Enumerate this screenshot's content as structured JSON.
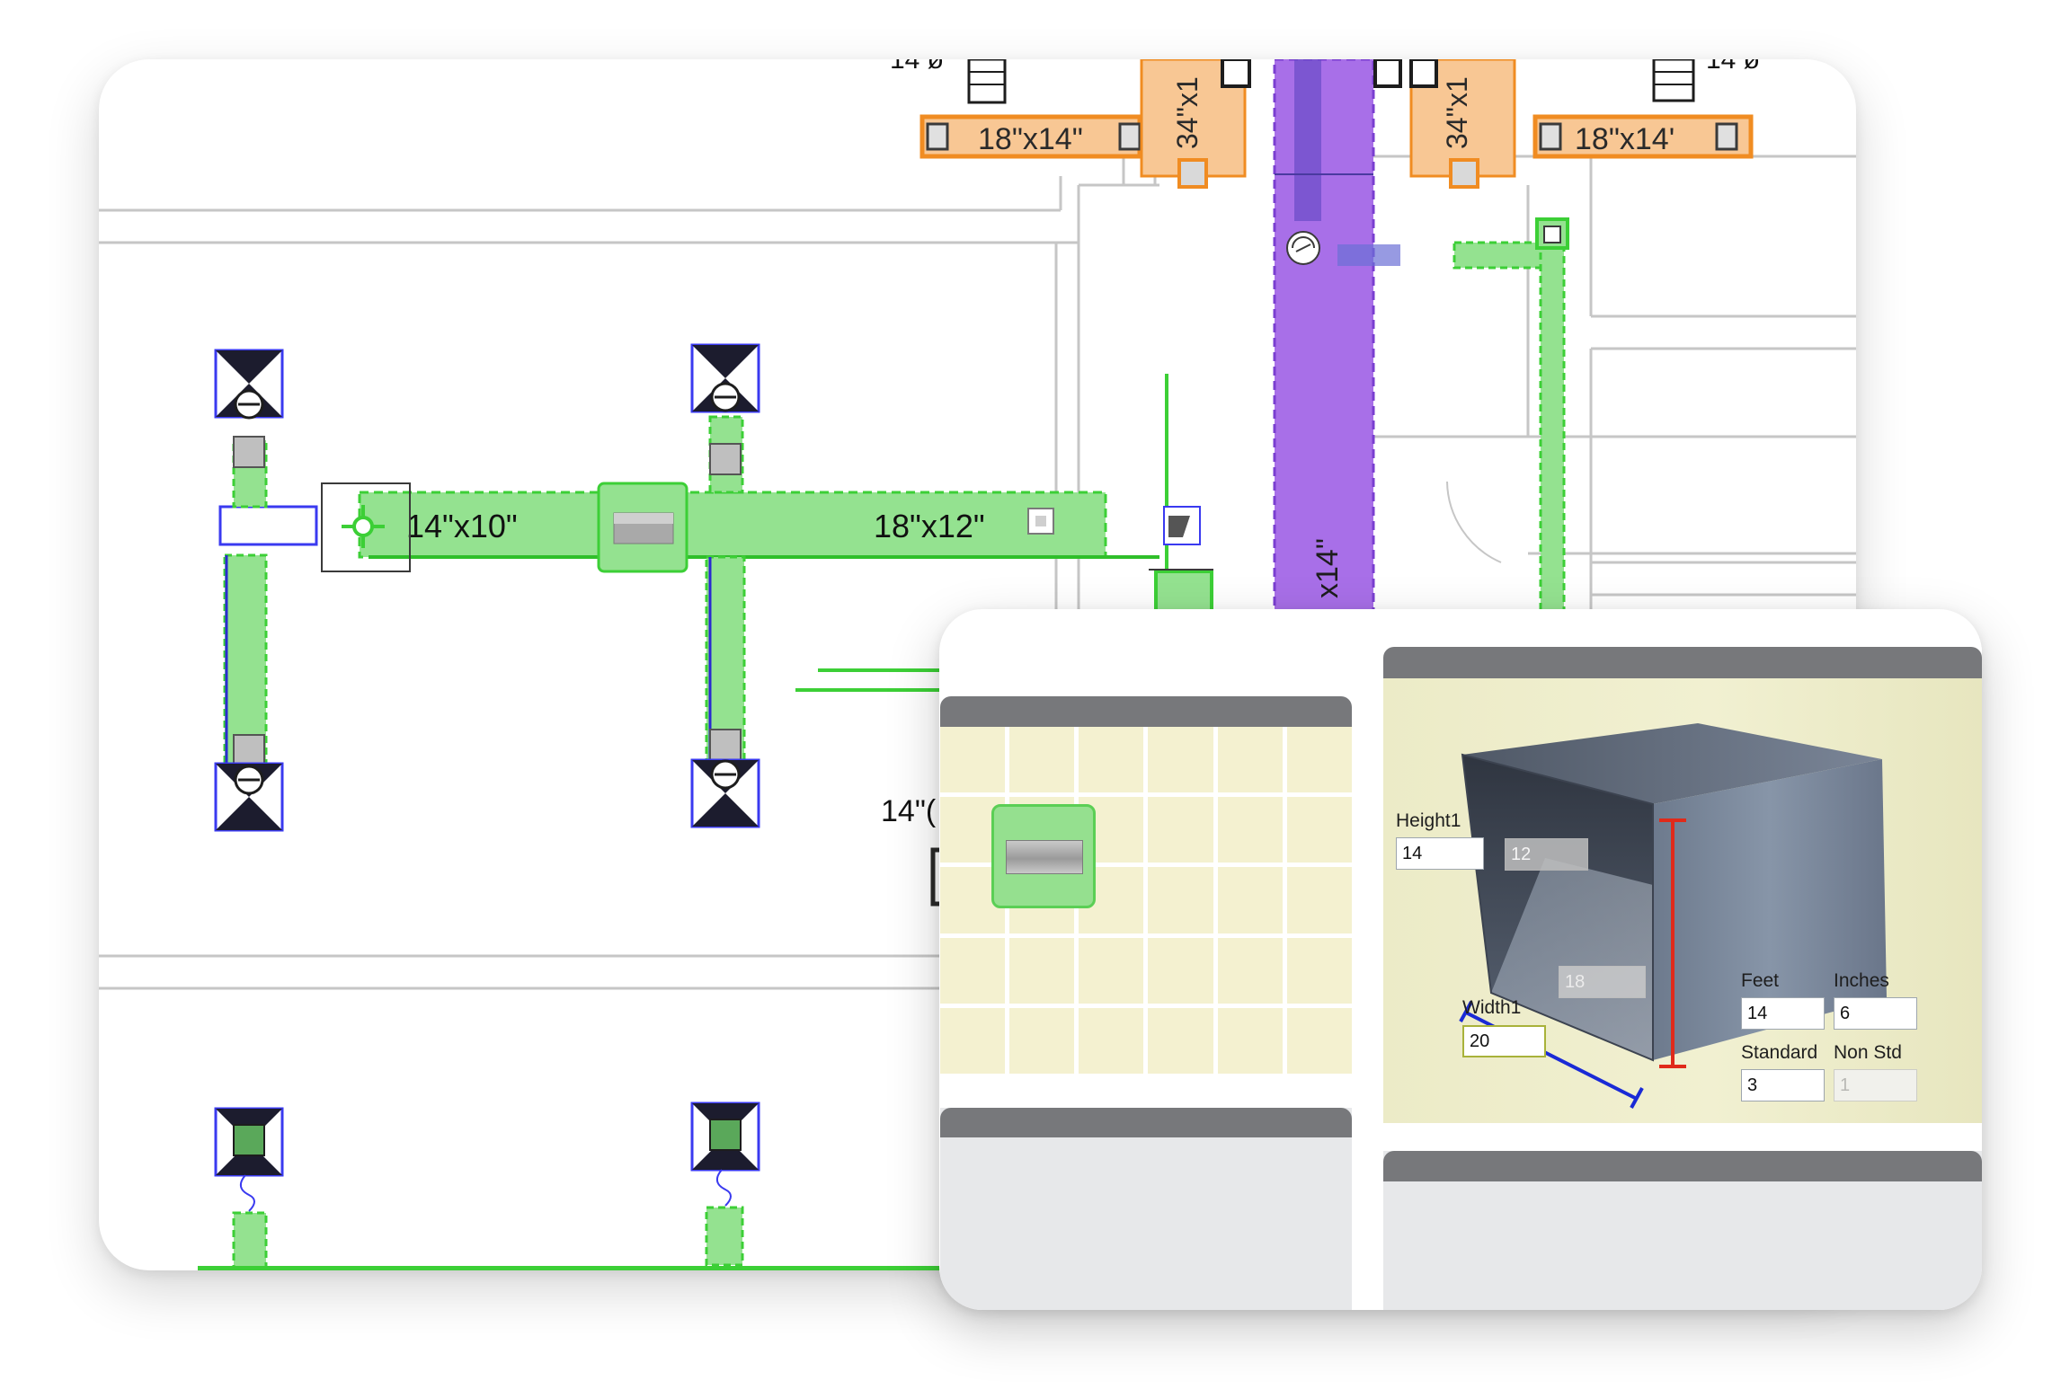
{
  "drawing": {
    "duct_labels": {
      "top_left_dim": "18\"x14\"",
      "top_right_dim": "18\"x14'",
      "riser_left_dim": "34\"x1",
      "riser_right_dim": "34\"x1",
      "top_left_diameter": "14 ø",
      "top_right_diameter": "14 ø",
      "branch_left_dim": "14\"x10\"",
      "branch_right_dim": "18\"x12\"",
      "main_duct_dim": "x14\"",
      "partial_dim": "14\"("
    },
    "colors": {
      "supply_duct": "#94e290",
      "supply_outline": "#3ccf36",
      "return_duct": "#f8c794",
      "return_outline": "#f08c22",
      "main_duct": "#a86fe8",
      "diffuser": "#1c1c2e",
      "wall_line": "#c6c6c6"
    }
  },
  "palette": {
    "selected_item": "rectangular-duct-fitting"
  },
  "preview": {
    "height1": {
      "label": "Height1",
      "value": "14"
    },
    "depth_ghost": "12",
    "width_ghost": "18",
    "width1": {
      "label": "Width1",
      "value": "20"
    },
    "feet": {
      "label": "Feet",
      "value": "14"
    },
    "inches": {
      "label": "Inches",
      "value": "6"
    },
    "standard": {
      "label": "Standard",
      "value": "3"
    },
    "non_std": {
      "label": "Non Std",
      "value": "1"
    }
  }
}
